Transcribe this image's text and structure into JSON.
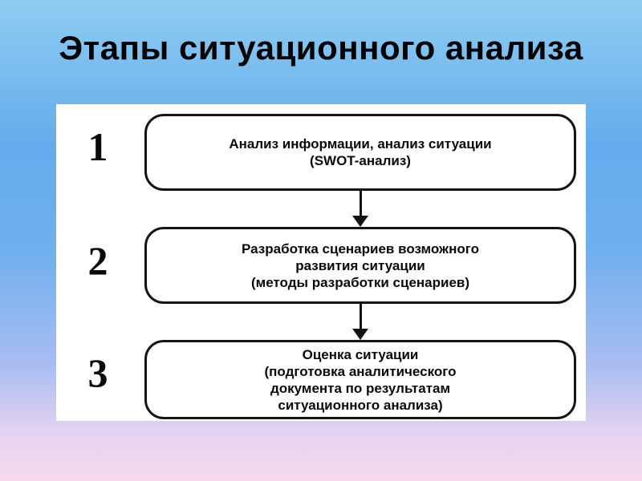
{
  "slide": {
    "title": "Этапы ситуационного анализа"
  },
  "diagram": {
    "steps": [
      {
        "number": "1",
        "lines": [
          "Анализ информации, анализ ситуации",
          "(SWOT-анализ)"
        ]
      },
      {
        "number": "2",
        "lines": [
          "Разработка сценариев возможного",
          "развития ситуации",
          "(методы разработки сценариев)"
        ]
      },
      {
        "number": "3",
        "lines": [
          "Оценка ситуации",
          "(подготовка аналитического",
          "документа по результатам",
          "ситуационного анализа)"
        ]
      }
    ]
  },
  "colors": {
    "background_top": "#8fccf2",
    "background_middle": "#6fb0ee",
    "background_bottom": "#f7d9ec",
    "panel": "#ffffff",
    "text": "#0a0a0a",
    "box_border": "#141414"
  }
}
